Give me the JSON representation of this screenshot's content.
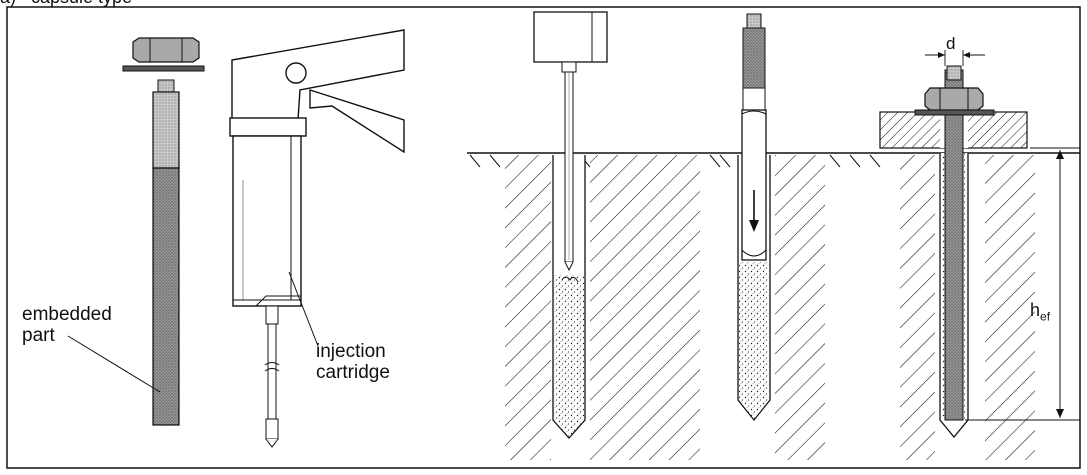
{
  "caption": "a)   capsule type",
  "labels": {
    "embedded_part": "embedded\npart",
    "injection_cartridge": "injection\ncartridge",
    "diameter": "d",
    "embedment_main": "h",
    "embedment_sub": "ef"
  }
}
